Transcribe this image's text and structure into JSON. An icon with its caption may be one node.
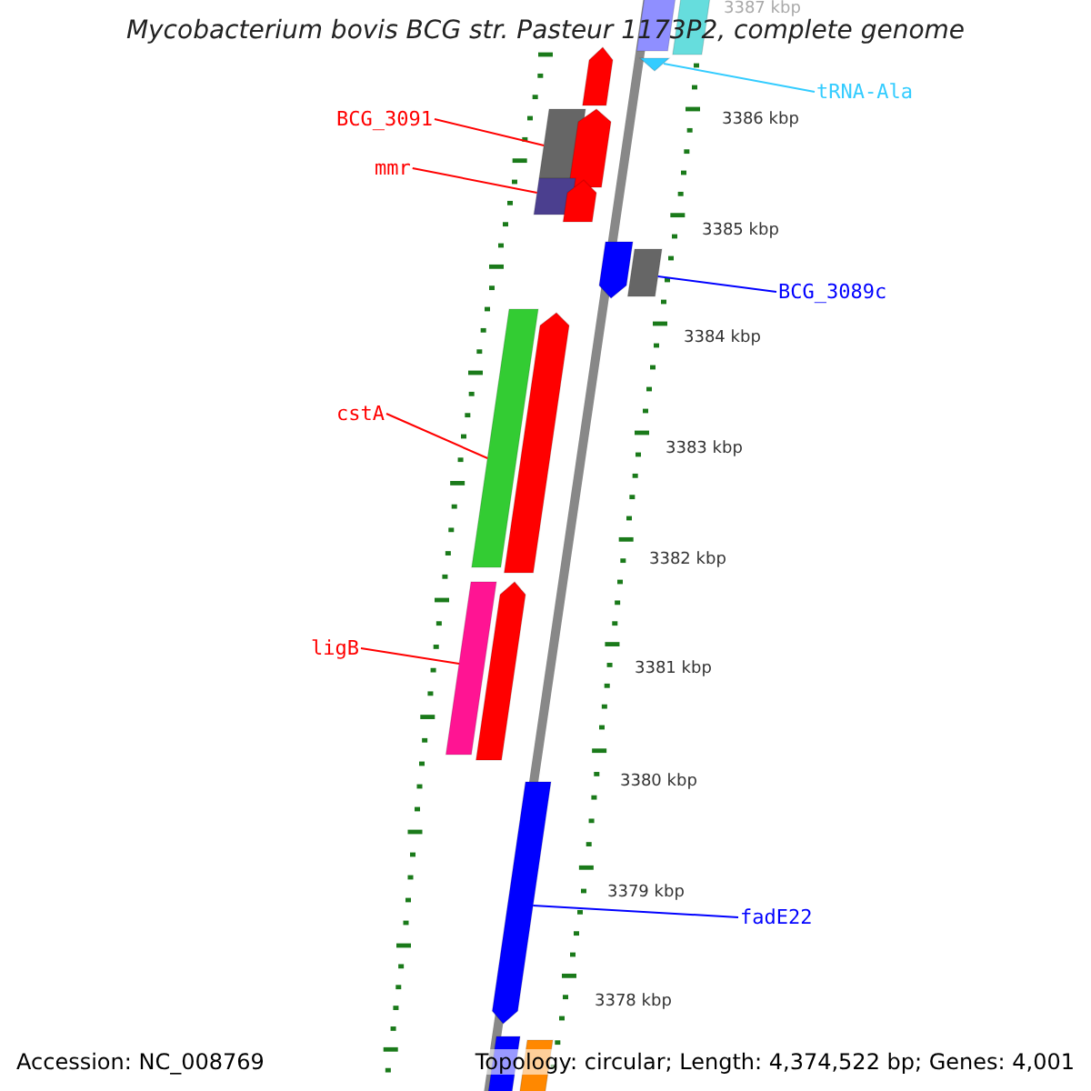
{
  "diagram": {
    "title": "Mycobacterium bovis BCG str. Pasteur 1173P2, complete genome",
    "nodes": [
      {
        "text": [
          "BCG_3091"
        ]
      },
      {
        "text": [
          "mmr"
        ]
      },
      {
        "text": [
          "tRNA-Ala"
        ]
      },
      {
        "text": [
          "BCG_3089c"
        ]
      },
      {
        "text": [
          "cstA"
        ]
      },
      {
        "text": [
          "ligB"
        ]
      },
      {
        "text": [
          "fadE22"
        ]
      },
      {
        "text": [],
        "shape": "bar"
      },
      {
        "text": [],
        "shape": "bar"
      },
      {
        "text": [],
        "shape": "triangle"
      },
      {
        "text": [],
        "shape": "pentagon"
      },
      {
        "text": [],
        "shape": "bar"
      },
      {
        "text": [],
        "shape": "pentagon"
      },
      {
        "text": [],
        "shape": "bar"
      },
      {
        "text": [],
        "shape": "pentagon"
      },
      {
        "text": [],
        "shape": "pentagon"
      },
      {
        "text": [],
        "shape": "bar"
      },
      {
        "text": [],
        "shape": "bar"
      },
      {
        "text": [],
        "shape": "pentagon"
      },
      {
        "text": [],
        "shape": "bar"
      },
      {
        "text": [],
        "shape": "pentagon"
      },
      {
        "text": [],
        "shape": "pentagon"
      },
      {
        "text": [],
        "shape": "bar"
      },
      {
        "text": [],
        "shape": "bar"
      }
    ],
    "edges": [
      {
        "from": 0,
        "to": 11,
        "arrow": "none"
      },
      {
        "from": 1,
        "to": 13,
        "arrow": "none"
      },
      {
        "from": 2,
        "to": 9,
        "arrow": "none",
        "color": "#33ccff"
      },
      {
        "from": 3,
        "to": 16,
        "arrow": "none",
        "color": "#0000ff"
      },
      {
        "from": 4,
        "to": 17,
        "arrow": "none"
      },
      {
        "from": 5,
        "to": 19,
        "arrow": "none"
      },
      {
        "from": 6,
        "to": 21,
        "arrow": "none",
        "color": "#0000ff"
      }
    ],
    "labels": [
      "3387 kbp",
      "3386 kbp",
      "3385 kbp",
      "3384 kbp",
      "3383 kbp",
      "3382 kbp",
      "3381 kbp",
      "3380 kbp",
      "3379 kbp",
      "3378 kbp",
      "Accession: NC_008769",
      "Topology: circular; Length: 4,374,522 bp; Genes: 4,001"
    ]
  }
}
